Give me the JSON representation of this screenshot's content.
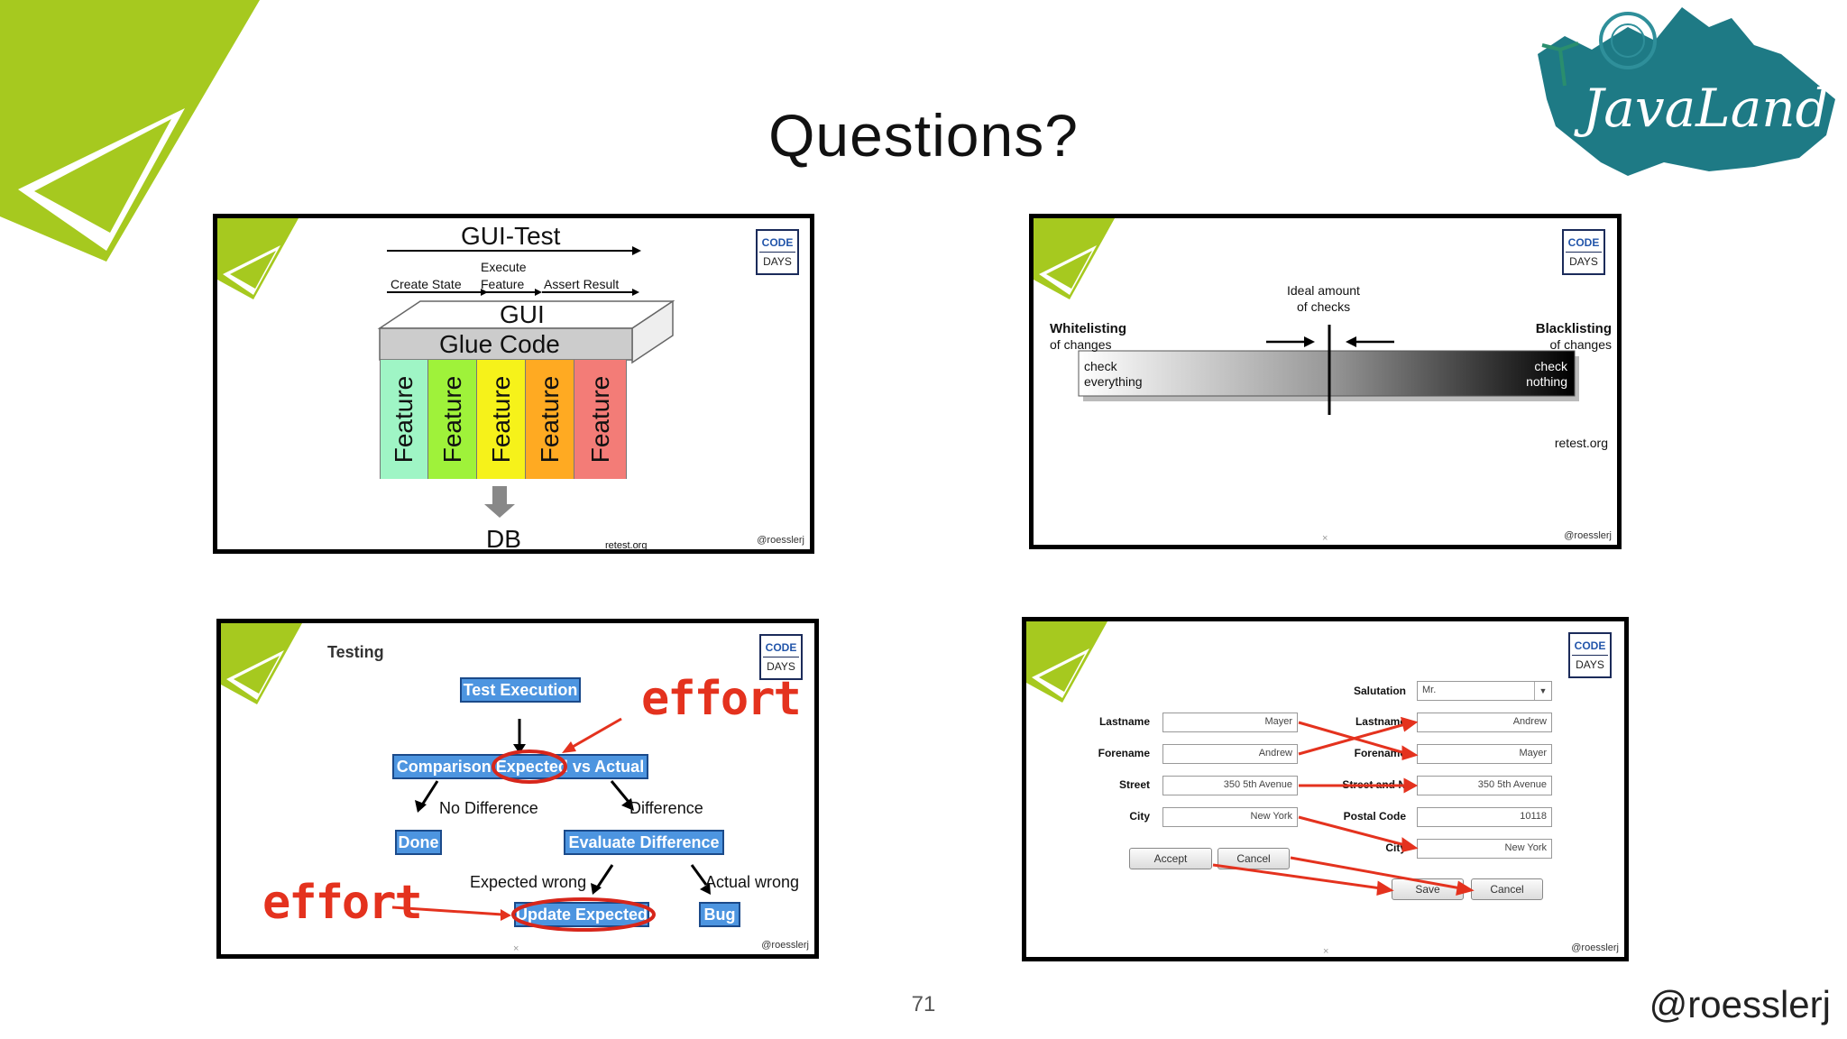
{
  "slide": {
    "title": "Questions?",
    "page_number": "71",
    "twitter": "@roesslerj",
    "logo_text": "JavaLand",
    "accent_color": "#a6c91f"
  },
  "thumb_common": {
    "badge_top": "CODE",
    "badge_bottom": "DAYS",
    "handle": "@roesslerj"
  },
  "thumb1": {
    "title": "GUI-Test",
    "execute": "Execute",
    "create_state": "Create State",
    "feature_label": "Feature",
    "assert_result": "Assert Result",
    "gui": "GUI",
    "glue_code": "Glue Code",
    "features": [
      "Feature",
      "Feature",
      "Feature",
      "Feature",
      "Feature"
    ],
    "feature_colors": [
      "#9ff5c5",
      "#9ff23a",
      "#f6f21a",
      "#ffaa22",
      "#f37c77"
    ],
    "db": "DB",
    "source": "retest.org"
  },
  "thumb2": {
    "ideal_line1": "Ideal amount",
    "ideal_line2": "of checks",
    "whitelisting": "Whitelisting",
    "whitelisting_sub": "of changes",
    "blacklisting": "Blacklisting",
    "blacklisting_sub": "of changes",
    "check_everything_1": "check",
    "check_everything_2": "everything",
    "check_nothing_1": "check",
    "check_nothing_2": "nothing",
    "source": "retest.org",
    "mark": "×"
  },
  "thumb3": {
    "title": "Testing",
    "test_execution": "Test Execution",
    "comparison": "Comparison Expected vs Actual",
    "no_difference": "No Difference",
    "difference": "Difference",
    "done": "Done",
    "evaluate_difference": "Evaluate Difference",
    "expected_wrong": "Expected wrong",
    "actual_wrong": "Actual wrong",
    "update_expected": "Update Expected",
    "bug": "Bug",
    "effort": "effort",
    "mark": "×"
  },
  "thumb4": {
    "left_labels": [
      "Lastname",
      "Forename",
      "Street",
      "City"
    ],
    "left_values": [
      "Mayer",
      "Andrew",
      "350 5th Avenue",
      "New York"
    ],
    "salutation_label": "Salutation",
    "salutation_value": "Mr.",
    "right_labels": [
      "Lastname",
      "Forename",
      "Street and N",
      "Postal Code",
      "City"
    ],
    "right_values": [
      "Andrew",
      "Mayer",
      "350 5th Avenue",
      "10118",
      "New York"
    ],
    "accept": "Accept",
    "cancel_left": "Cancel",
    "save": "Save",
    "cancel_right": "Cancel",
    "mark": "×"
  }
}
